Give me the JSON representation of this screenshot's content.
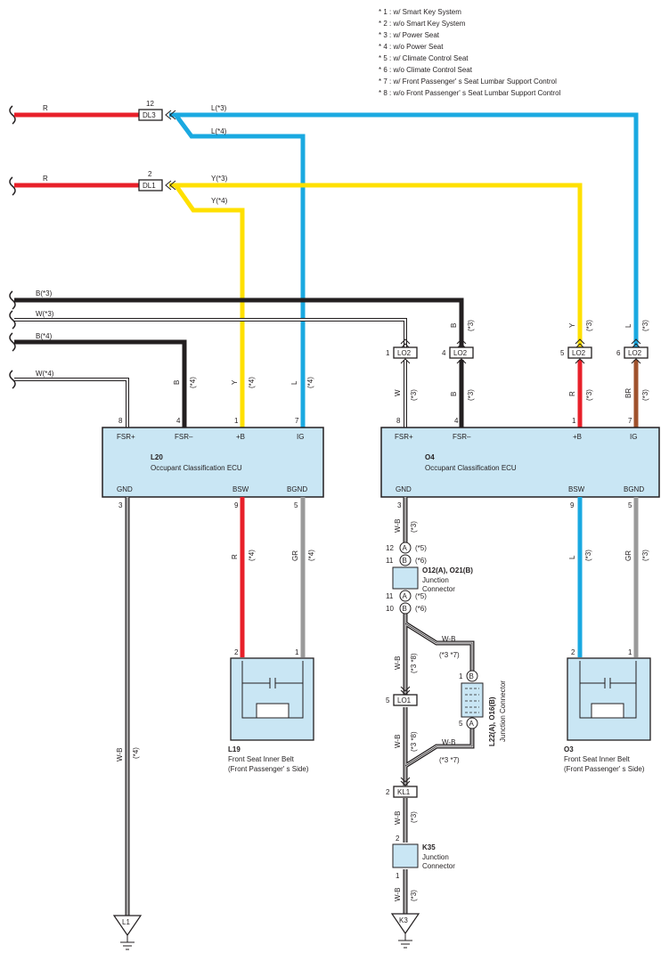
{
  "notes": [
    "* 1 : w/ Smart Key System",
    "* 2 : w/o Smart Key System",
    "* 3 : w/ Power Seat",
    "* 4 : w/o Power Seat",
    "* 5 : w/ Climate Control Seat",
    "* 6 : w/o Climate Control Seat",
    "* 7 : w/ Front Passenger' s Seat Lumbar Support Control",
    "* 8 : w/o Front Passenger' s Seat Lumbar Support Control"
  ],
  "colors": {
    "red": "#e8202a",
    "blue": "#1aa9e1",
    "yellow": "#ffe000",
    "black": "#231f20",
    "brown": "#a0522d",
    "gray": "#9a9a9a",
    "box_fill": "#c9e6f4"
  },
  "connectors": {
    "dl3": "DL3",
    "dl3_pin": "12",
    "dl1": "DL1",
    "dl1_pin": "2",
    "lo2": "LO2",
    "lo1": "LO1",
    "kl1": "KL1"
  },
  "wires": {
    "r": "R",
    "l3": "L(*3)",
    "l4": "L(*4)",
    "y3": "Y(*3)",
    "y4": "Y(*4)",
    "b3": "B(*3)",
    "w3": "W(*3)",
    "b4": "B(*4)",
    "w4": "W(*4)",
    "b": "B",
    "y": "Y",
    "l": "L",
    "w": "W",
    "br": "BR",
    "gr": "GR",
    "wb": "W-B",
    "s3": "(*3)",
    "s4": "(*4)",
    "s5": "(*5)",
    "s6": "(*6)",
    "s38": "(*3 *8)",
    "s37": "(*3 *7)"
  },
  "ecu_l20": {
    "code": "L20",
    "name": "Occupant Classification ECU",
    "pins_top": [
      "FSR+",
      "FSR–",
      "+B",
      "IG"
    ],
    "pins_top_no": [
      "8",
      "4",
      "1",
      "7"
    ],
    "pins_bottom": [
      "GND",
      "BSW",
      "BGND"
    ],
    "pins_bottom_no": [
      "3",
      "9",
      "5"
    ]
  },
  "ecu_o4": {
    "code": "O4",
    "name": "Occupant Classification ECU",
    "pins_top": [
      "FSR+",
      "FSR–",
      "+B",
      "IG"
    ],
    "pins_top_no": [
      "8",
      "4",
      "1",
      "7"
    ],
    "pins_bottom": [
      "GND",
      "BSW",
      "BGND"
    ],
    "pins_bottom_no": [
      "3",
      "9",
      "5"
    ]
  },
  "lo2_pins": [
    "1",
    "4",
    "5",
    "6"
  ],
  "l19": {
    "code": "L19",
    "name": "Front Seat Inner Belt",
    "side": "(Front Passenger' s Side)",
    "pins": [
      "2",
      "1"
    ]
  },
  "o3": {
    "code": "O3",
    "name": "Front Seat Inner Belt",
    "side": "(Front Passenger' s Side)",
    "pins": [
      "2",
      "1"
    ]
  },
  "jc_o12": {
    "code": "O12(A), O21(B)",
    "line1": "Junction",
    "line2": "Connector",
    "top_pins": [
      "12",
      "11"
    ],
    "bottom_pins": [
      "11",
      "10"
    ],
    "letters": [
      "A",
      "B"
    ]
  },
  "jc_l22": {
    "code": "L22(A), O16(B)",
    "label": "Junction Connector",
    "pins": [
      "1",
      "5"
    ],
    "letters": [
      "B",
      "A"
    ]
  },
  "jc_k35": {
    "code": "K35",
    "line1": "Junction",
    "line2": "Connector",
    "pins": [
      "2",
      "1"
    ]
  },
  "pin_labels": {
    "p5": "5",
    "p2": "2"
  },
  "grounds": {
    "l1": "L1",
    "k3": "K3"
  }
}
